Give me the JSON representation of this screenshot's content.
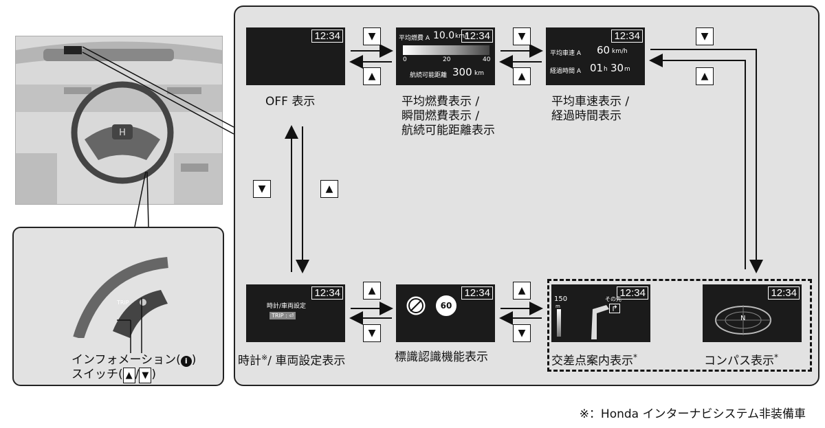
{
  "screens": {
    "off": {
      "clock": "12:34",
      "label": "OFF 表示"
    },
    "fuel": {
      "clock": "12:34",
      "avg_label": "平均燃費 A",
      "avg_value": "10.0",
      "avg_unit": "km/l",
      "scale": [
        "0",
        "20",
        "40"
      ],
      "range_label": "航続可能距離",
      "range_value": "300",
      "range_unit": "km",
      "label_lines": [
        "平均燃費表示 /",
        "瞬間燃費表示 /",
        "航続可能距離表示"
      ]
    },
    "speed": {
      "clock": "12:34",
      "speed_label": "平均車速 A",
      "speed_value": "60",
      "speed_unit": "km/h",
      "time_label": "経過時間 A",
      "time_h": "01",
      "h_unit": "h",
      "time_m": "30",
      "m_unit": "m",
      "label_lines": [
        "平均車速表示 /",
        "経過時間表示"
      ]
    },
    "clockset": {
      "clock": "12:34",
      "title": "時計/車両設定",
      "trip": "TRIP : ⏎",
      "label_pre": "時計",
      "label_mark": "※",
      "label_post": "/ 車両設定表示"
    },
    "sign": {
      "clock": "12:34",
      "speed_sign": "60",
      "label": "標識認識機能表示"
    },
    "turn": {
      "clock": "12:34",
      "dist": "150",
      "dist_unit": "m",
      "ahead": "その先",
      "label": "交差点案内表示",
      "label_mark": "*"
    },
    "compass": {
      "clock": "12:34",
      "north": "N",
      "label": "コンパス表示",
      "label_mark": "*"
    }
  },
  "buttons": {
    "down": "▼",
    "up": "▲"
  },
  "inset": {
    "trip_tag": "TRIP",
    "line1_pre": "インフォメーション(",
    "info_icon": "i",
    "line1_post": ")",
    "line2_pre": "スイッチ(",
    "up": "▲",
    "slash": "/",
    "down": "▼",
    "line2_post": ")"
  },
  "footnote": "※：Honda インターナビシステム非装備車"
}
